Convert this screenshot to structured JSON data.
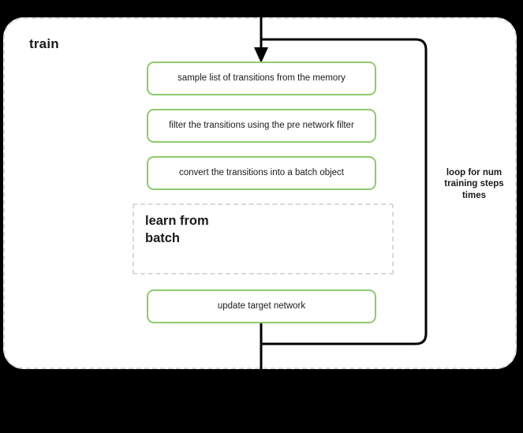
{
  "diagram": {
    "container": {
      "title": "train",
      "border_color": "#d9d9d9",
      "background": "#ffffff"
    },
    "accent_color": "#8ECB6D",
    "line_color": "#000000",
    "steps": [
      {
        "id": "sample",
        "label": "sample list of transitions from the memory"
      },
      {
        "id": "filter",
        "label": "filter the transitions using the pre network filter"
      },
      {
        "id": "convert",
        "label": "convert the transitions into a batch object"
      },
      {
        "id": "update",
        "label": "update target network"
      }
    ],
    "group": {
      "id": "learn-from-batch",
      "label": "learn from\nbatch"
    },
    "loop": {
      "label": "loop for num\ntraining steps\ntimes"
    }
  }
}
